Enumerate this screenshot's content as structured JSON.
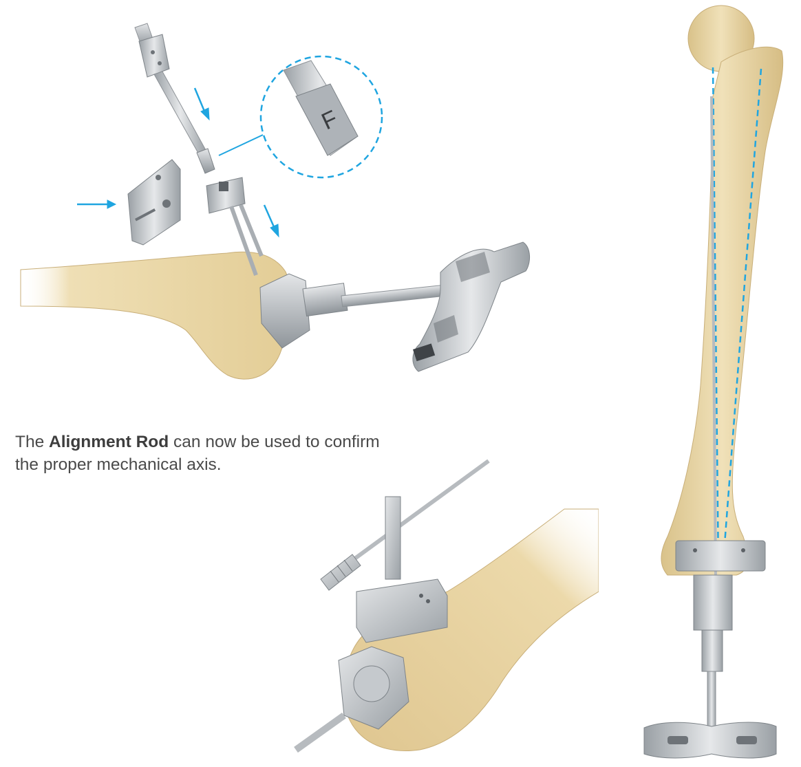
{
  "caption": {
    "prefix": "The ",
    "emphasis": "Alignment Rod",
    "suffix": " can now be used to confirm the proper mechanical axis."
  },
  "callout": {
    "label": "F"
  },
  "colors": {
    "bone": "#e8d4a4",
    "bone_shadow": "#c9b07a",
    "metal": "#c9ccd0",
    "metal_dark": "#8d9297",
    "accent_blue": "#1fa5e0",
    "text": "#4a4a4a"
  },
  "icons": [
    "arrow-down-icon",
    "arrow-right-icon",
    "magnifier-callout-icon"
  ]
}
